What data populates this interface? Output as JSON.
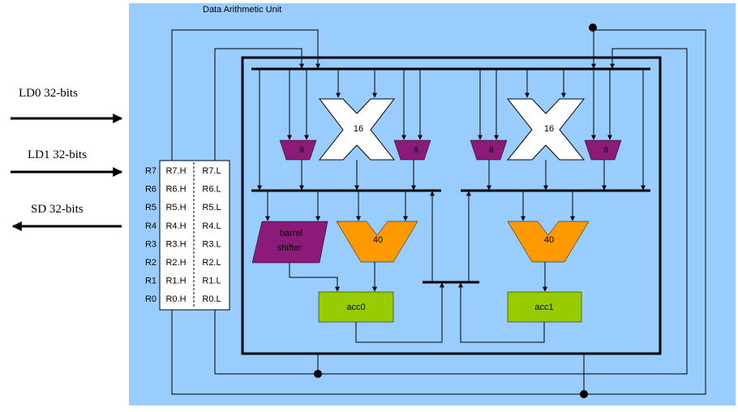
{
  "title": "Data Arithmetic Unit",
  "buses": [
    {
      "label": "LD0  32-bits"
    },
    {
      "label": "LD1  32-bits"
    },
    {
      "label": "SD  32-bits"
    }
  ],
  "registers": [
    {
      "name": "R7",
      "high": "R7.H",
      "low": "R7.L"
    },
    {
      "name": "R6",
      "high": "R6.H",
      "low": "R6.L"
    },
    {
      "name": "R5",
      "high": "R5.H",
      "low": "R5.L"
    },
    {
      "name": "R4",
      "high": "R4.H",
      "low": "R4.L"
    },
    {
      "name": "R3",
      "high": "R3.H",
      "low": "R3.L"
    },
    {
      "name": "R2",
      "high": "R2.H",
      "low": "R2.L"
    },
    {
      "name": "R1",
      "high": "R1.H",
      "low": "R1.L"
    },
    {
      "name": "R0",
      "high": "R0.H",
      "low": "R0.L"
    }
  ],
  "multipliers": [
    {
      "label": "16"
    },
    {
      "label": "16"
    }
  ],
  "muxes": [
    {
      "label": "8"
    },
    {
      "label": "8"
    },
    {
      "label": "8"
    },
    {
      "label": "8"
    }
  ],
  "adders": [
    {
      "label": "40"
    },
    {
      "label": "40"
    }
  ],
  "shifter": {
    "line1": "barrel",
    "line2": "shifter"
  },
  "accumulators": [
    {
      "label": "acc0"
    },
    {
      "label": "acc1"
    }
  ],
  "colors": {
    "unit_background": "#99ccff",
    "mux": "#8b1a78",
    "adder": "#ff9900",
    "accumulator": "#99cc00",
    "wire": "#000000"
  }
}
